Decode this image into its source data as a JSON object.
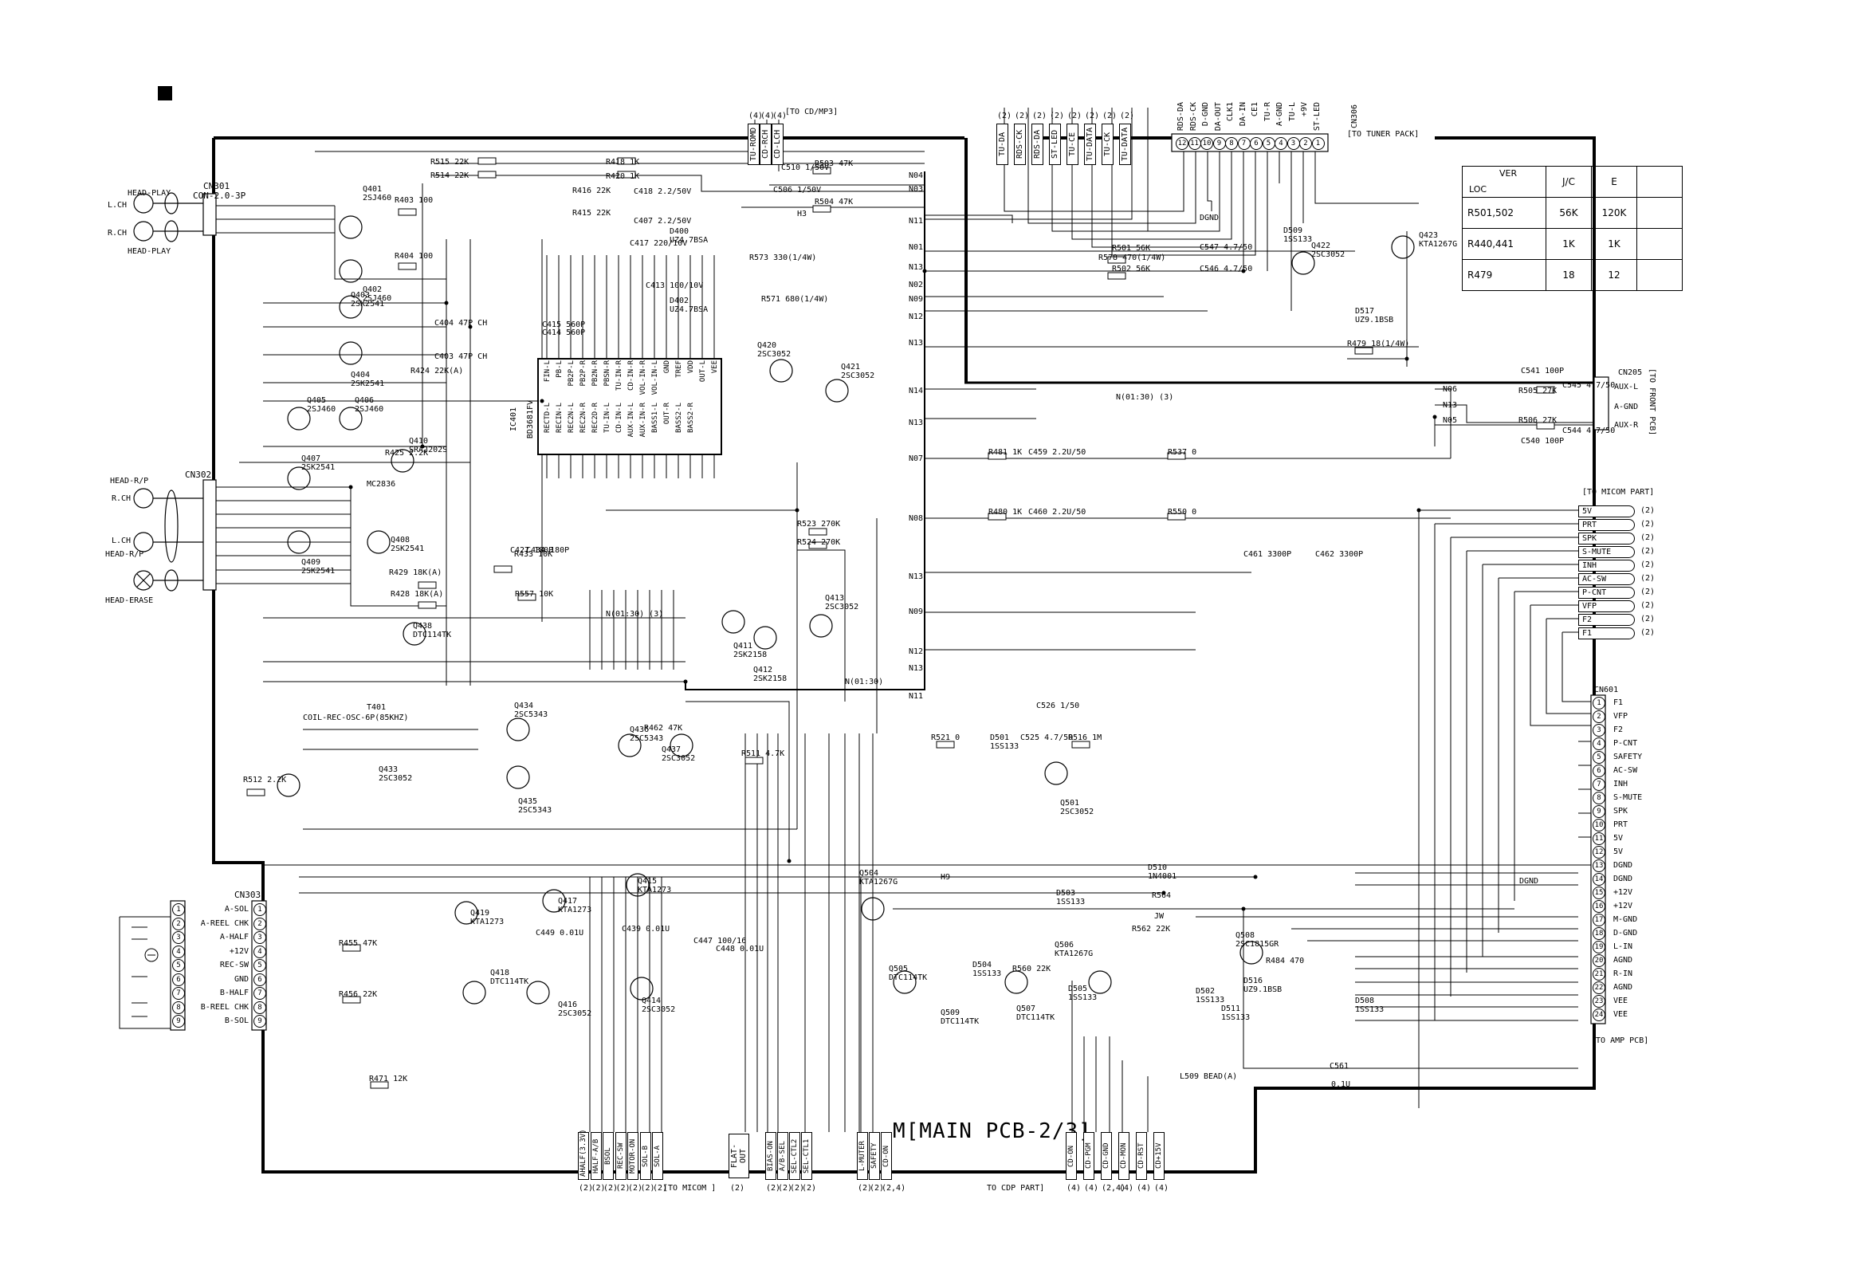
{
  "title": "M[MAIN PCB-2/3]",
  "connectors": {
    "cn301": {
      "ref": "CN301",
      "part": "CON-2.0-3P"
    },
    "cn302": {
      "ref": "CN302"
    },
    "cn303": {
      "ref": "CN303"
    },
    "cn306": {
      "ref": "CN306",
      "dest": "[TO TUNER PACK]"
    },
    "cn205": {
      "ref": "CN205",
      "dest": "[TO FRONT PCB]"
    },
    "cn601": {
      "ref": "CN601",
      "dest": "[TO AMP PCB]"
    }
  },
  "heads": {
    "head_play_top": "HEAD-PLAY",
    "head_play_bottom": "HEAD-PLAY",
    "lch": "L.CH",
    "rch": "R.CH",
    "head_rp_top": "HEAD-R/P",
    "head_rp_rch": "R.CH",
    "head_rp_lch": "L.CH",
    "head_rp_bottom": "HEAD-R/P",
    "head_erase": "HEAD-ERASE"
  },
  "cn303_pins": [
    "A-SOL",
    "A-REEL CHK",
    "A-HALF",
    "+12V",
    "REC-SW",
    "GND",
    "B-HALF",
    "B-REEL CHK",
    "B-SOL"
  ],
  "cn601_pins": [
    "F1",
    "VFP",
    "F2",
    "P-CNT",
    "SAFETY",
    "AC-SW",
    "INH",
    "S-MUTE",
    "SPK",
    "PRT",
    "5V",
    "5V",
    "DGND",
    "DGND",
    "+12V",
    "+12V",
    "M-GND",
    "D-GND",
    "L-IN",
    "AGND",
    "R-IN",
    "AGND",
    "VEE",
    "VEE"
  ],
  "micom_part_label": "[TO MICOM PART]",
  "micom_part_signals": [
    "5V",
    "PRT",
    "SPK",
    "S-MUTE",
    "INH",
    "AC-SW",
    "P-CNT",
    "VFP",
    "F2",
    "F1"
  ],
  "micom_part_refs": [
    "(2)",
    "(2)",
    "(2)",
    "(2)",
    "(2)",
    "(2)",
    "(2)",
    "(2)",
    "(2)",
    "(2)"
  ],
  "cn205_pins": [
    "AUX-L",
    "A-GND",
    "AUX-R"
  ],
  "tuner_pins": [
    "RDS-DA",
    "RDS-CK",
    "D-GND",
    "DA-OUT",
    "CLK1",
    "DA-IN",
    "CE1",
    "TU-R",
    "A-GND",
    "TU-L",
    "+9V",
    "ST-LED"
  ],
  "tuner_pin_numbers": [
    "12",
    "11",
    "10",
    "9",
    "8",
    "7",
    "6",
    "5",
    "4",
    "3",
    "2",
    "1"
  ],
  "top_tags_cd": [
    "TU-ROMD",
    "CD-RCH",
    "CD-LCH"
  ],
  "top_tags_cd_refs": [
    "(4)",
    "(4)",
    "(4)"
  ],
  "top_cd_label": "[TO CD/MP3]",
  "top_tags_tuner": [
    "TU-DA",
    "RDS-CK",
    "RDS-DA",
    "ST-LED",
    "TU-CE",
    "TU-DATA",
    "TU-CK",
    "TU-DATA"
  ],
  "top_tags_tuner_refs": [
    "(2)",
    "(2)",
    "(2)",
    "(2)",
    "(2)",
    "(2)",
    "(2)",
    "(2)"
  ],
  "bottom_micom_tags": [
    "AHALF(3.3V)",
    "HALF-A/B",
    "BSOL",
    "REC-SW",
    "MOTOR-ON",
    "SOL-B",
    "SOL-A"
  ],
  "bottom_micom_refs": [
    "(2)",
    "(2)",
    "(2)",
    "(2)",
    "(2)",
    "(2)",
    "(2)"
  ],
  "bottom_micom_label": "[TO MICOM ]",
  "bottom_mid_tags": [
    "BIAS-ON",
    "A/B-SEL",
    "SEL-CTL2",
    "SEL-CTL1",
    "L-MUTER",
    "SAFETY",
    "CD-ON"
  ],
  "bottom_mid_refs": [
    "(2)",
    "(2)",
    "(2)",
    "(2)",
    "(2)",
    "(2)",
    "(2,4)"
  ],
  "bottom_flat_out": "FLAT-OUT",
  "bottom_flat_ref": "(2)",
  "bottom_cdp_label": "TO CDP PART]",
  "bottom_right_tags": [
    "CD-ON",
    "CD-PGM",
    "CD-GND",
    "CD-MON",
    "CD-RST",
    "CD+15V"
  ],
  "bottom_right_refs": [
    "(4)",
    "(4)",
    "(2,4)",
    "(4)",
    "(4)",
    "(4)"
  ],
  "ic401": {
    "ref": "IC401",
    "part": "BD3681FV",
    "pins_top": [
      "FIN-L",
      "PB-L",
      "PB2P-L",
      "PB2P-R",
      "PB2N-R",
      "PBSN-R",
      "TU-IN-R",
      "CD-IN-R",
      "VOL-IN-R",
      "VOL-IN-L",
      "GND",
      "TREF",
      "VDD",
      "OUT-L",
      "VEE"
    ],
    "pins_bottom": [
      "RECTD-L",
      "RECIN-L",
      "REC2N-L",
      "REC2N-R",
      "REC2D-R",
      "TU-IN-L",
      "CD-IN-L",
      "AUX-IN-L",
      "AUX-IN-R",
      "BASS1-L",
      "OUT-R",
      "BASS2-L",
      "BASS2-R"
    ]
  },
  "version_table": {
    "header_ver": "VER",
    "header_loc": "LOC",
    "cols": [
      "J/C",
      "E"
    ],
    "rows": [
      {
        "loc": "R501,502",
        "jc": "56K",
        "e": "120K"
      },
      {
        "loc": "R440,441",
        "jc": "1K",
        "e": "1K"
      },
      {
        "loc": "R479",
        "jc": "18",
        "e": "12"
      }
    ]
  },
  "nets_right": [
    "N04",
    "N03",
    "N11",
    "N01",
    "N13",
    "N02",
    "N09",
    "N12",
    "N13",
    "N14",
    "N13",
    "N07",
    "N08",
    "N13",
    "N09",
    "N12",
    "N13",
    "N11"
  ],
  "nets_misc": {
    "n01_30": "N(01:30) (3)",
    "n01_30_b": "N(01:30) (3)",
    "n01_30_c": "N(01:30)",
    "n06": "N06",
    "n13": "N13",
    "n05": "N05",
    "h9": "H9",
    "h3": "H3",
    "dgnd": "DGND",
    "dgnd2": "DGND"
  },
  "transistors": [
    {
      "ref": "Q401",
      "part": "2SJ460"
    },
    {
      "ref": "Q402",
      "part": "2SJ460"
    },
    {
      "ref": "Q403",
      "part": "2SK2541"
    },
    {
      "ref": "Q404",
      "part": "2SK2541"
    },
    {
      "ref": "Q405",
      "part": "2SJ460"
    },
    {
      "ref": "Q406",
      "part": "2SJ460"
    },
    {
      "ref": "Q407",
      "part": "2SK2541"
    },
    {
      "ref": "Q408",
      "part": "2SK2541"
    },
    {
      "ref": "Q409",
      "part": "2SK2541"
    },
    {
      "ref": "Q410",
      "part": "SRA2202S"
    },
    {
      "ref": "Q411",
      "part": "2SK2158"
    },
    {
      "ref": "Q412",
      "part": "2SK2158"
    },
    {
      "ref": "Q413",
      "part": "2SC3052"
    },
    {
      "ref": "Q414",
      "part": "2SC3052"
    },
    {
      "ref": "Q415",
      "part": "KTA1273"
    },
    {
      "ref": "Q416",
      "part": "2SC3052"
    },
    {
      "ref": "Q417",
      "part": "KTA1273"
    },
    {
      "ref": "Q418",
      "part": "DTC114TK"
    },
    {
      "ref": "Q419",
      "part": "KTA1273"
    },
    {
      "ref": "Q420",
      "part": "2SC3052"
    },
    {
      "ref": "Q421",
      "part": "2SC3052"
    },
    {
      "ref": "Q422",
      "part": "2SC3052"
    },
    {
      "ref": "Q423",
      "part": "KTA1267G"
    },
    {
      "ref": "Q433",
      "part": "2SC3052"
    },
    {
      "ref": "Q434",
      "part": "2SC5343"
    },
    {
      "ref": "Q435",
      "part": "2SC5343"
    },
    {
      "ref": "Q436",
      "part": "2SC5343"
    },
    {
      "ref": "Q437",
      "part": "2SC3052"
    },
    {
      "ref": "Q438",
      "part": "DTC114TK"
    },
    {
      "ref": "Q501",
      "part": "2SC3052"
    },
    {
      "ref": "Q504",
      "part": "KTA1267G"
    },
    {
      "ref": "Q505",
      "part": "DTC114TK"
    },
    {
      "ref": "Q506",
      "part": "KTA1267G"
    },
    {
      "ref": "Q507",
      "part": "DTC114TK"
    },
    {
      "ref": "Q508",
      "part": "2SC1815GR"
    },
    {
      "ref": "Q509",
      "part": "DTC114TK"
    }
  ],
  "diodes": [
    {
      "ref": "D400",
      "part": "UZ4.7BSA"
    },
    {
      "ref": "D402",
      "part": "UZ4.7BSA"
    },
    {
      "ref": "D501",
      "part": "1SS133"
    },
    {
      "ref": "D503",
      "part": "1SS133"
    },
    {
      "ref": "D504",
      "part": "1SS133"
    },
    {
      "ref": "D505",
      "part": "1SS133"
    },
    {
      "ref": "D508",
      "part": "1SS133"
    },
    {
      "ref": "D509",
      "part": "1SS133"
    },
    {
      "ref": "D510",
      "part": "1N4001"
    },
    {
      "ref": "D511",
      "part": "1SS133"
    },
    {
      "ref": "D516",
      "part": "UZ9.1BSB"
    },
    {
      "ref": "D517",
      "part": "UZ9.1BSB"
    },
    {
      "ref": "D502",
      "part": "1SS133"
    }
  ],
  "misc_parts": {
    "t401": "T401",
    "t401_part": "COIL-REC-OSC-6P(85KHZ)",
    "l509": "L509",
    "l509_val": "BEAD(A)",
    "r564": "R564",
    "r564_val": "JW",
    "c561": "C561",
    "c561_val": "0.1U",
    "mc2836": "MC2836"
  },
  "resistors_top": [
    {
      "ref": "R515",
      "val": "22K"
    },
    {
      "ref": "R514",
      "val": "22K"
    },
    {
      "ref": "R418",
      "val": "1K"
    },
    {
      "ref": "R420",
      "val": "1K"
    },
    {
      "ref": "R403",
      "val": "100"
    },
    {
      "ref": "R404",
      "val": "100"
    },
    {
      "ref": "R503",
      "val": "47K"
    },
    {
      "ref": "R504",
      "val": "47K"
    },
    {
      "ref": "R573",
      "val": "330(1/4W)"
    },
    {
      "ref": "R571",
      "val": "680(1/4W)"
    },
    {
      "ref": "R578",
      "val": "470(1/4W)"
    },
    {
      "ref": "R479",
      "val": "18(1/4W)"
    },
    {
      "ref": "R501",
      "val": "56K"
    },
    {
      "ref": "R502",
      "val": "56K"
    },
    {
      "ref": "R424",
      "val": "22K(A)"
    },
    {
      "ref": "R425",
      "val": "2.2K"
    },
    {
      "ref": "R505",
      "val": "27K"
    },
    {
      "ref": "R506",
      "val": "27K"
    },
    {
      "ref": "R481",
      "val": "1K"
    },
    {
      "ref": "R480",
      "val": "1K"
    },
    {
      "ref": "R537",
      "val": "0"
    },
    {
      "ref": "R550",
      "val": "0"
    },
    {
      "ref": "R523",
      "val": "270K"
    },
    {
      "ref": "R524",
      "val": "270K"
    },
    {
      "ref": "R462",
      "val": "47K"
    },
    {
      "ref": "R557",
      "val": "10K"
    },
    {
      "ref": "R433",
      "val": "10K"
    },
    {
      "ref": "R429",
      "val": "18K(A)"
    },
    {
      "ref": "R428",
      "val": "18K(A)"
    },
    {
      "ref": "R512",
      "val": "2.2K"
    },
    {
      "ref": "R455",
      "val": "47K"
    },
    {
      "ref": "R456",
      "val": "22K"
    },
    {
      "ref": "R471",
      "val": "12K"
    },
    {
      "ref": "R521",
      "val": "0"
    },
    {
      "ref": "R516",
      "val": "1M"
    },
    {
      "ref": "R560",
      "val": "22K"
    },
    {
      "ref": "R562",
      "val": "22K"
    },
    {
      "ref": "R484",
      "val": "470"
    },
    {
      "ref": "R511",
      "val": "4.7K"
    },
    {
      "ref": "R416",
      "val": "22K"
    },
    {
      "ref": "R415",
      "val": "22K"
    }
  ],
  "capacitors_top": [
    {
      "ref": "C510",
      "val": "1/50V"
    },
    {
      "ref": "C506",
      "val": "1/50V"
    },
    {
      "ref": "C418",
      "val": "2.2/50V"
    },
    {
      "ref": "C407",
      "val": "2.2/50V"
    },
    {
      "ref": "C417",
      "val": "220/10V"
    },
    {
      "ref": "C413",
      "val": "100/10V"
    },
    {
      "ref": "C415",
      "val": "560P"
    },
    {
      "ref": "C414",
      "val": "560P"
    },
    {
      "ref": "C404",
      "val": "47P CH"
    },
    {
      "ref": "C403",
      "val": "47P CH"
    },
    {
      "ref": "C547",
      "val": "4.7/50"
    },
    {
      "ref": "C546",
      "val": "4.7/50"
    },
    {
      "ref": "C541",
      "val": "100P"
    },
    {
      "ref": "C540",
      "val": "100P"
    },
    {
      "ref": "C545",
      "val": "4.7/50"
    },
    {
      "ref": "C544",
      "val": "4.7/50"
    },
    {
      "ref": "C459",
      "val": "2.2U/50"
    },
    {
      "ref": "C460",
      "val": "2.2U/50"
    },
    {
      "ref": "C461",
      "val": "3300P"
    },
    {
      "ref": "C462",
      "val": "3300P"
    },
    {
      "ref": "C427",
      "val": "180P"
    },
    {
      "ref": "C434",
      "val": "180P"
    },
    {
      "ref": "C526",
      "val": "1/50"
    },
    {
      "ref": "C525",
      "val": "4.7/50"
    },
    {
      "ref": "C449",
      "val": "0.01U"
    },
    {
      "ref": "C439",
      "val": "0.01U"
    },
    {
      "ref": "C447",
      "val": "100/16"
    },
    {
      "ref": "C448",
      "val": "0.01U"
    }
  ]
}
